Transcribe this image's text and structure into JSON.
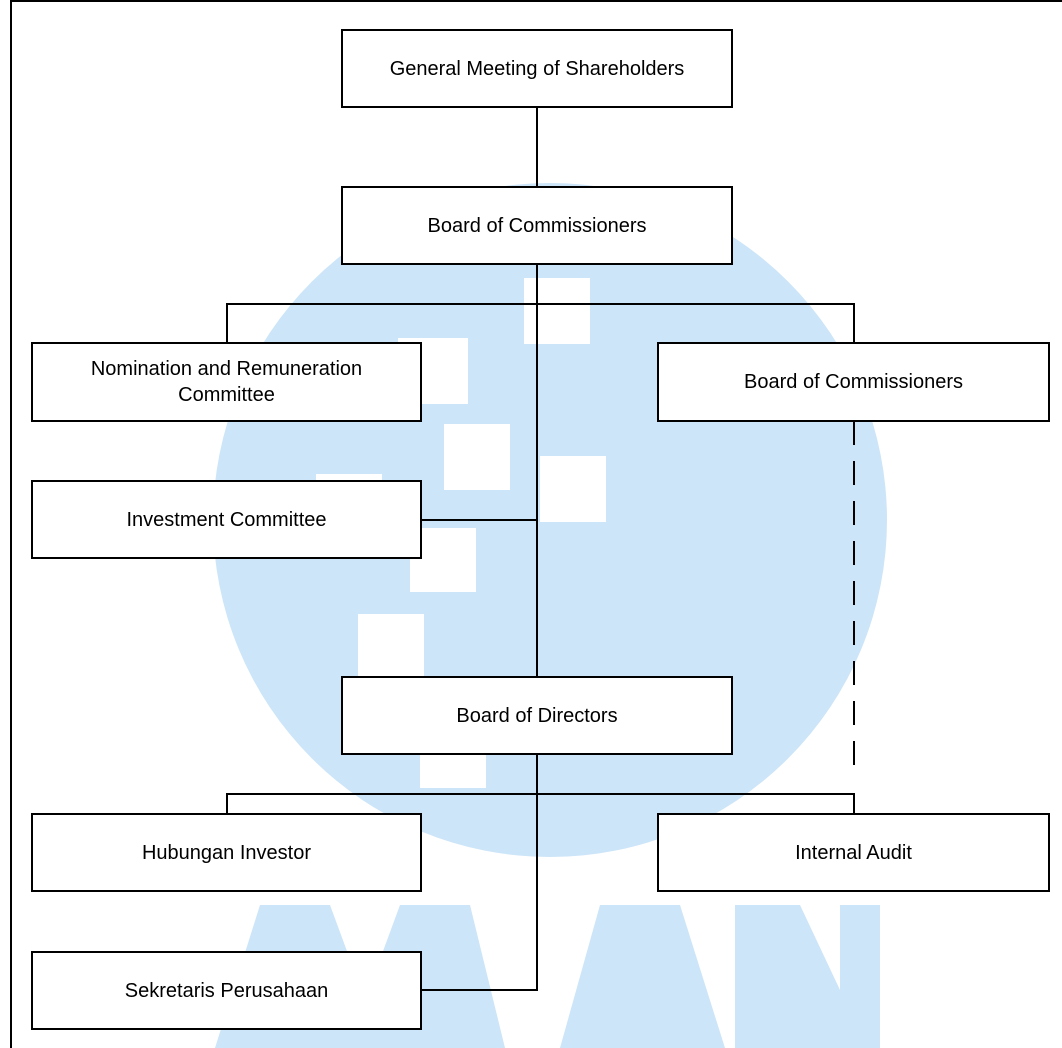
{
  "colors": {
    "watermark": "#cce5f8",
    "line": "#000000",
    "box_border": "#000000",
    "box_fill": "#ffffff"
  },
  "nodes": {
    "gms": "General Meeting of Shareholders",
    "boc": "Board of Commissioners",
    "nrc": "Nomination and Remuneration\nCommittee",
    "boc_right": "Board of Commissioners",
    "investment": "Investment Committee",
    "bod": "Board of Directors",
    "investor": "Hubungan Investor",
    "audit": "Internal Audit",
    "secretary": "Sekretaris Perusahaan"
  }
}
